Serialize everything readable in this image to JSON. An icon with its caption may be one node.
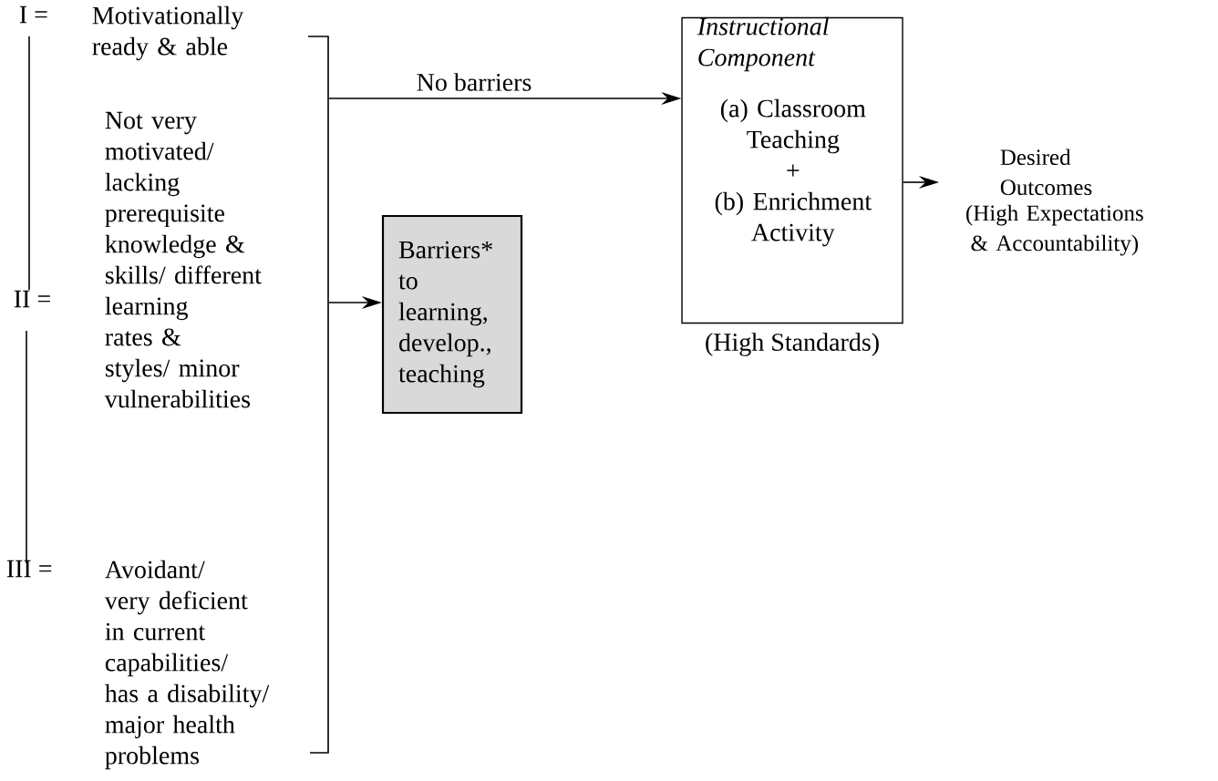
{
  "diagram": {
    "nodes": [
      {
        "text": [],
        "shape": "bracket"
      },
      {
        "text": [
          "Barriers* to learning, develop., teaching"
        ]
      },
      {
        "text": [
          "Instructional Component",
          "(a) Classroom Teaching",
          "+",
          "(b) Enrichment Activity"
        ],
        "beside": [
          "(High Standards)"
        ]
      },
      {
        "text": [
          "Desired Outcomes",
          "(High Expectations & Accountability)"
        ]
      }
    ],
    "edges": [
      {
        "from": 0,
        "to": 2,
        "arrow": "to",
        "label": "No barriers"
      },
      {
        "from": 0,
        "to": 1,
        "arrow": "to"
      },
      {
        "from": 2,
        "to": 3,
        "arrow": "to"
      }
    ],
    "labels": [
      "I =",
      "Motivationally ready & able",
      "II =",
      "Not very motivated/ lacking prerequisite knowledge & skills/ different learning rates & styles/ minor vulnerabilities",
      "III =",
      "Avoidant/ very deficient in current capabilities/ has a disability/ major health problems"
    ]
  }
}
